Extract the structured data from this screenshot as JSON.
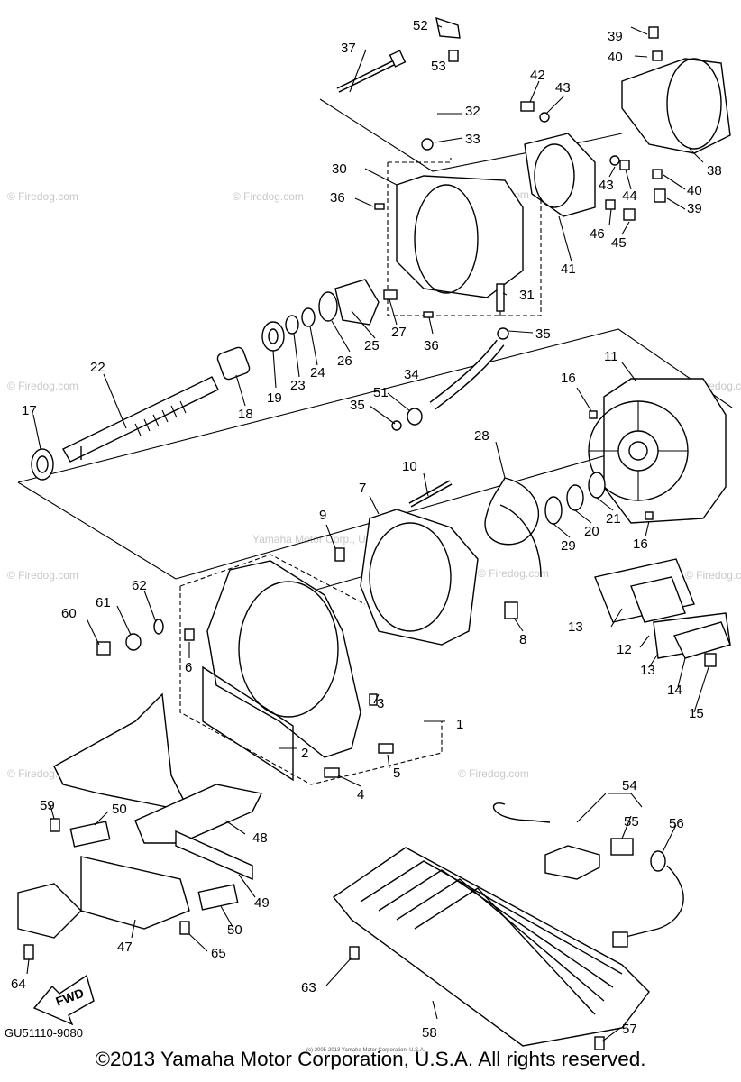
{
  "diagram": {
    "footer_code": "GU51110-9080",
    "copyright": "©2013 Yamaha Motor Corporation, U.S.A. All rights reserved.",
    "small_credit": "(c) 2005-2013 Yamaha Motor Corporation, U.S.A.",
    "watermark_text": "© Firedog.com",
    "faint_text": "Yamaha Motor Corp., U.S.A.",
    "fwd_label": "FWD",
    "part_numbers": [
      "1",
      "2",
      "3",
      "4",
      "5",
      "6",
      "7",
      "8",
      "9",
      "10",
      "11",
      "12",
      "13",
      "13",
      "14",
      "15",
      "16",
      "16",
      "17",
      "18",
      "19",
      "20",
      "21",
      "22",
      "23",
      "24",
      "25",
      "26",
      "27",
      "28",
      "29",
      "30",
      "31",
      "32",
      "33",
      "34",
      "35",
      "35",
      "36",
      "36",
      "37",
      "38",
      "39",
      "39",
      "40",
      "40",
      "41",
      "42",
      "43",
      "43",
      "44",
      "45",
      "46",
      "47",
      "48",
      "49",
      "50",
      "50",
      "51",
      "52",
      "53",
      "54",
      "55",
      "56",
      "57",
      "58",
      "59",
      "60",
      "61",
      "62",
      "63",
      "64",
      "65"
    ]
  }
}
